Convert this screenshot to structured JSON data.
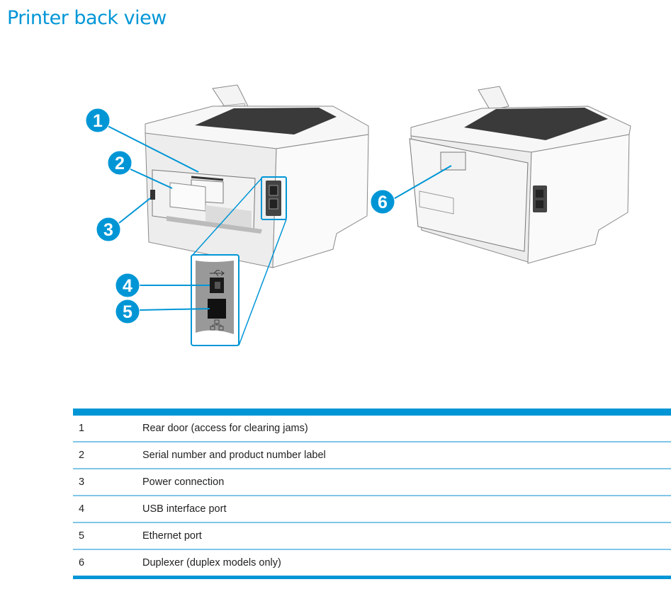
{
  "page": {
    "title": "Printer back view"
  },
  "colors": {
    "accent": "#0096d6",
    "row_divider": "#7fc6e8",
    "callout_fill": "#0096d6",
    "printer_body": "#f2f2f2",
    "printer_tray": "#3a3a3a"
  },
  "illustration": {
    "callouts": [
      {
        "number": "1"
      },
      {
        "number": "2"
      },
      {
        "number": "3"
      },
      {
        "number": "4"
      },
      {
        "number": "5"
      },
      {
        "number": "6"
      }
    ],
    "icons": [
      "usb-icon",
      "ethernet-icon"
    ]
  },
  "legend": {
    "rows": [
      {
        "number": "1",
        "label": "Rear door (access for clearing jams)"
      },
      {
        "number": "2",
        "label": "Serial number and product number label"
      },
      {
        "number": "3",
        "label": "Power connection"
      },
      {
        "number": "4",
        "label": "USB interface port"
      },
      {
        "number": "5",
        "label": "Ethernet port"
      },
      {
        "number": "6",
        "label": "Duplexer (duplex models only)"
      }
    ]
  }
}
